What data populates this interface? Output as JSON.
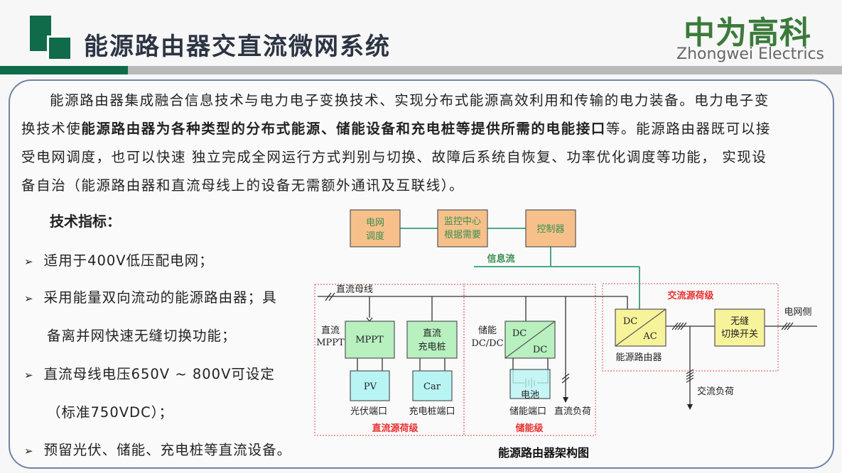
{
  "header": {
    "title": "能源路由器交直流微网系统",
    "logo_cn": "中为高科",
    "logo_en": "Zhongwei Electrics"
  },
  "intro": {
    "line1": "能源路由器集成融合信息技术与电力电子变换技术、实现分布式能源高效利用和传输的电力装备。电力电子变",
    "line2_pre": "换技术使",
    "line2_bold": "能源路由器为各种类型的分布式能源、储能设备和充电桩等提供所需的电能接口",
    "line2_post": "等。能源路由器既可以接",
    "line3": "受电网调度，也可以快速 独立完成全网运行方式判别与切换、故障后系统自恢复、功率优化调度等功能， 实现设",
    "line4": "备自治（能源路由器和直流母线上的设备无需额外通讯及互联线）。"
  },
  "specs": {
    "title": "技术指标：",
    "bullet": "➢",
    "items": [
      "适用于400V低压配电网；",
      "采用能量双向流动的能源路由器；具",
      "备离并网快速无缝切换功能；",
      "直流母线电压650V ~ 800V可设定",
      "（标准750VDC）；",
      "预留光伏、储能、充电桩等直流设备。"
    ]
  },
  "diagram": {
    "caption": "能源路由器架构图",
    "grid_dispatch": [
      "电网",
      "调度"
    ],
    "monitor": [
      "监控中心",
      "根据需要"
    ],
    "controller": "控制器",
    "info_flow": "信息流",
    "dc_bus": "直流母线",
    "mppt_label": [
      "直流",
      "MPPT"
    ],
    "mppt": "MPPT",
    "charger": [
      "直流",
      "充电桩"
    ],
    "pv": "PV",
    "car": "Car",
    "storage_label": [
      "储能",
      "DC/DC"
    ],
    "dc_top": "DC",
    "dc_bottom": "DC",
    "battery": "电池",
    "pv_port": "光伏端口",
    "charger_port": "充电桩端口",
    "storage_port": "储能端口",
    "dc_load": "直流负荷",
    "dc_level": "直流源荷级",
    "storage_level": "储能级",
    "ac_level": "交流源荷级",
    "dcac_top": "DC",
    "dcac_bottom": "AC",
    "router": "能源路由器",
    "switch": [
      "无缝",
      "切换开关"
    ],
    "grid_side": "电网侧",
    "ac_load": "交流负荷"
  }
}
